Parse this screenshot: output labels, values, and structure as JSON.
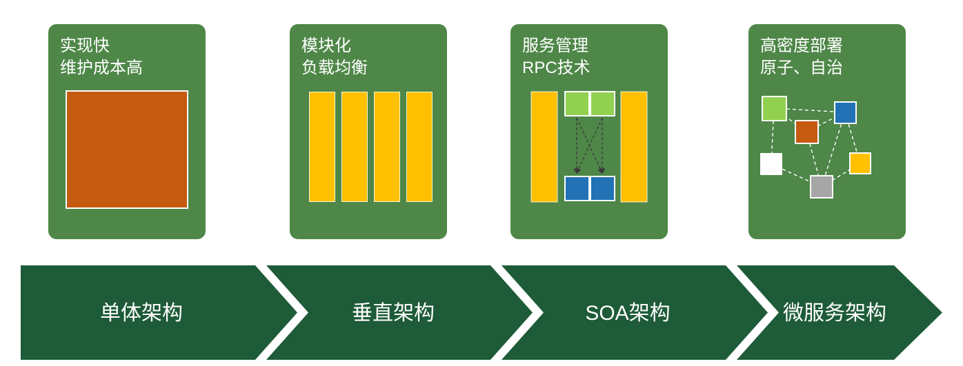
{
  "cards": [
    {
      "caption_lines": [
        "实现快",
        "维护成本高"
      ]
    },
    {
      "caption_lines": [
        "模块化",
        "负载均衡"
      ]
    },
    {
      "caption_lines": [
        "服务管理",
        "RPC技术"
      ]
    },
    {
      "caption_lines": [
        "高密度部署",
        "原子、自治"
      ]
    }
  ],
  "timeline": {
    "stages": [
      {
        "label": "单体架构"
      },
      {
        "label": "垂直架构"
      },
      {
        "label": "SOA架构"
      },
      {
        "label": "微服务架构"
      }
    ]
  },
  "colors": {
    "card_green": "#4e8748",
    "band_green": "#1e5b38",
    "orange": "#c55a11",
    "gold": "#ffc000",
    "light_green": "#92d050",
    "blue": "#2272b5",
    "gray": "#a6a6a6",
    "white": "#ffffff"
  }
}
